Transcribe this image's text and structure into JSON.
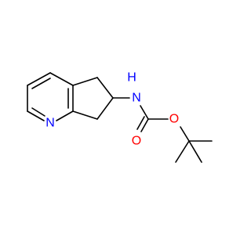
{
  "molecule": {
    "atoms": {
      "pyridine_n": {
        "symbol": "N",
        "color": "#0000ff"
      },
      "amine_n": {
        "symbol": "N",
        "color": "#0000ff"
      },
      "amine_h": {
        "symbol": "H",
        "color": "#0000ff"
      },
      "carbonyl_o": {
        "symbol": "O",
        "color": "#ff0000"
      },
      "ester_o": {
        "symbol": "O",
        "color": "#ff0000"
      }
    },
    "bond_color": "#000000"
  }
}
